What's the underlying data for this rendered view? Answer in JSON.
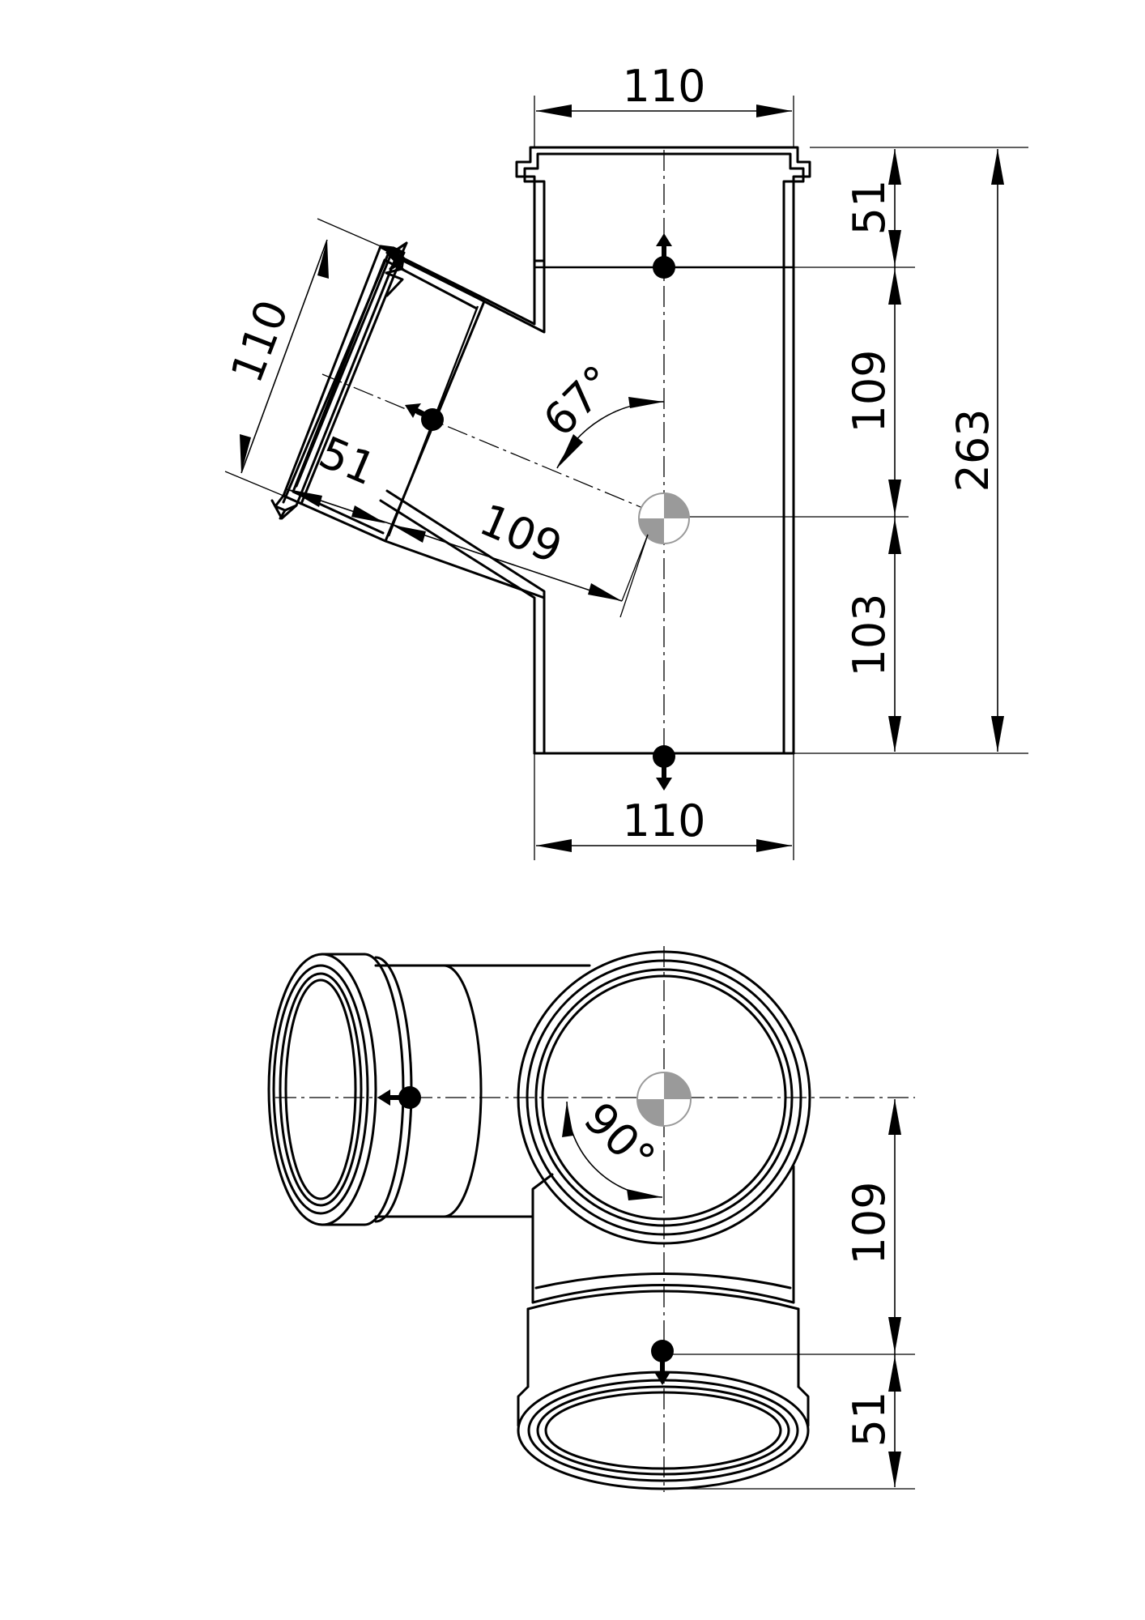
{
  "dimensions": {
    "top_width": "110",
    "bottom_width": "110",
    "branch_width": "110",
    "socket_depth_top": "51",
    "top_to_center": "109",
    "overall_height": "263",
    "center_to_bottom": "103",
    "branch_socket_depth": "51",
    "branch_to_center": "109",
    "branch_angle": "67°",
    "plan_angle": "90°",
    "plan_center_to_socket": "109",
    "plan_socket_depth": "51"
  }
}
